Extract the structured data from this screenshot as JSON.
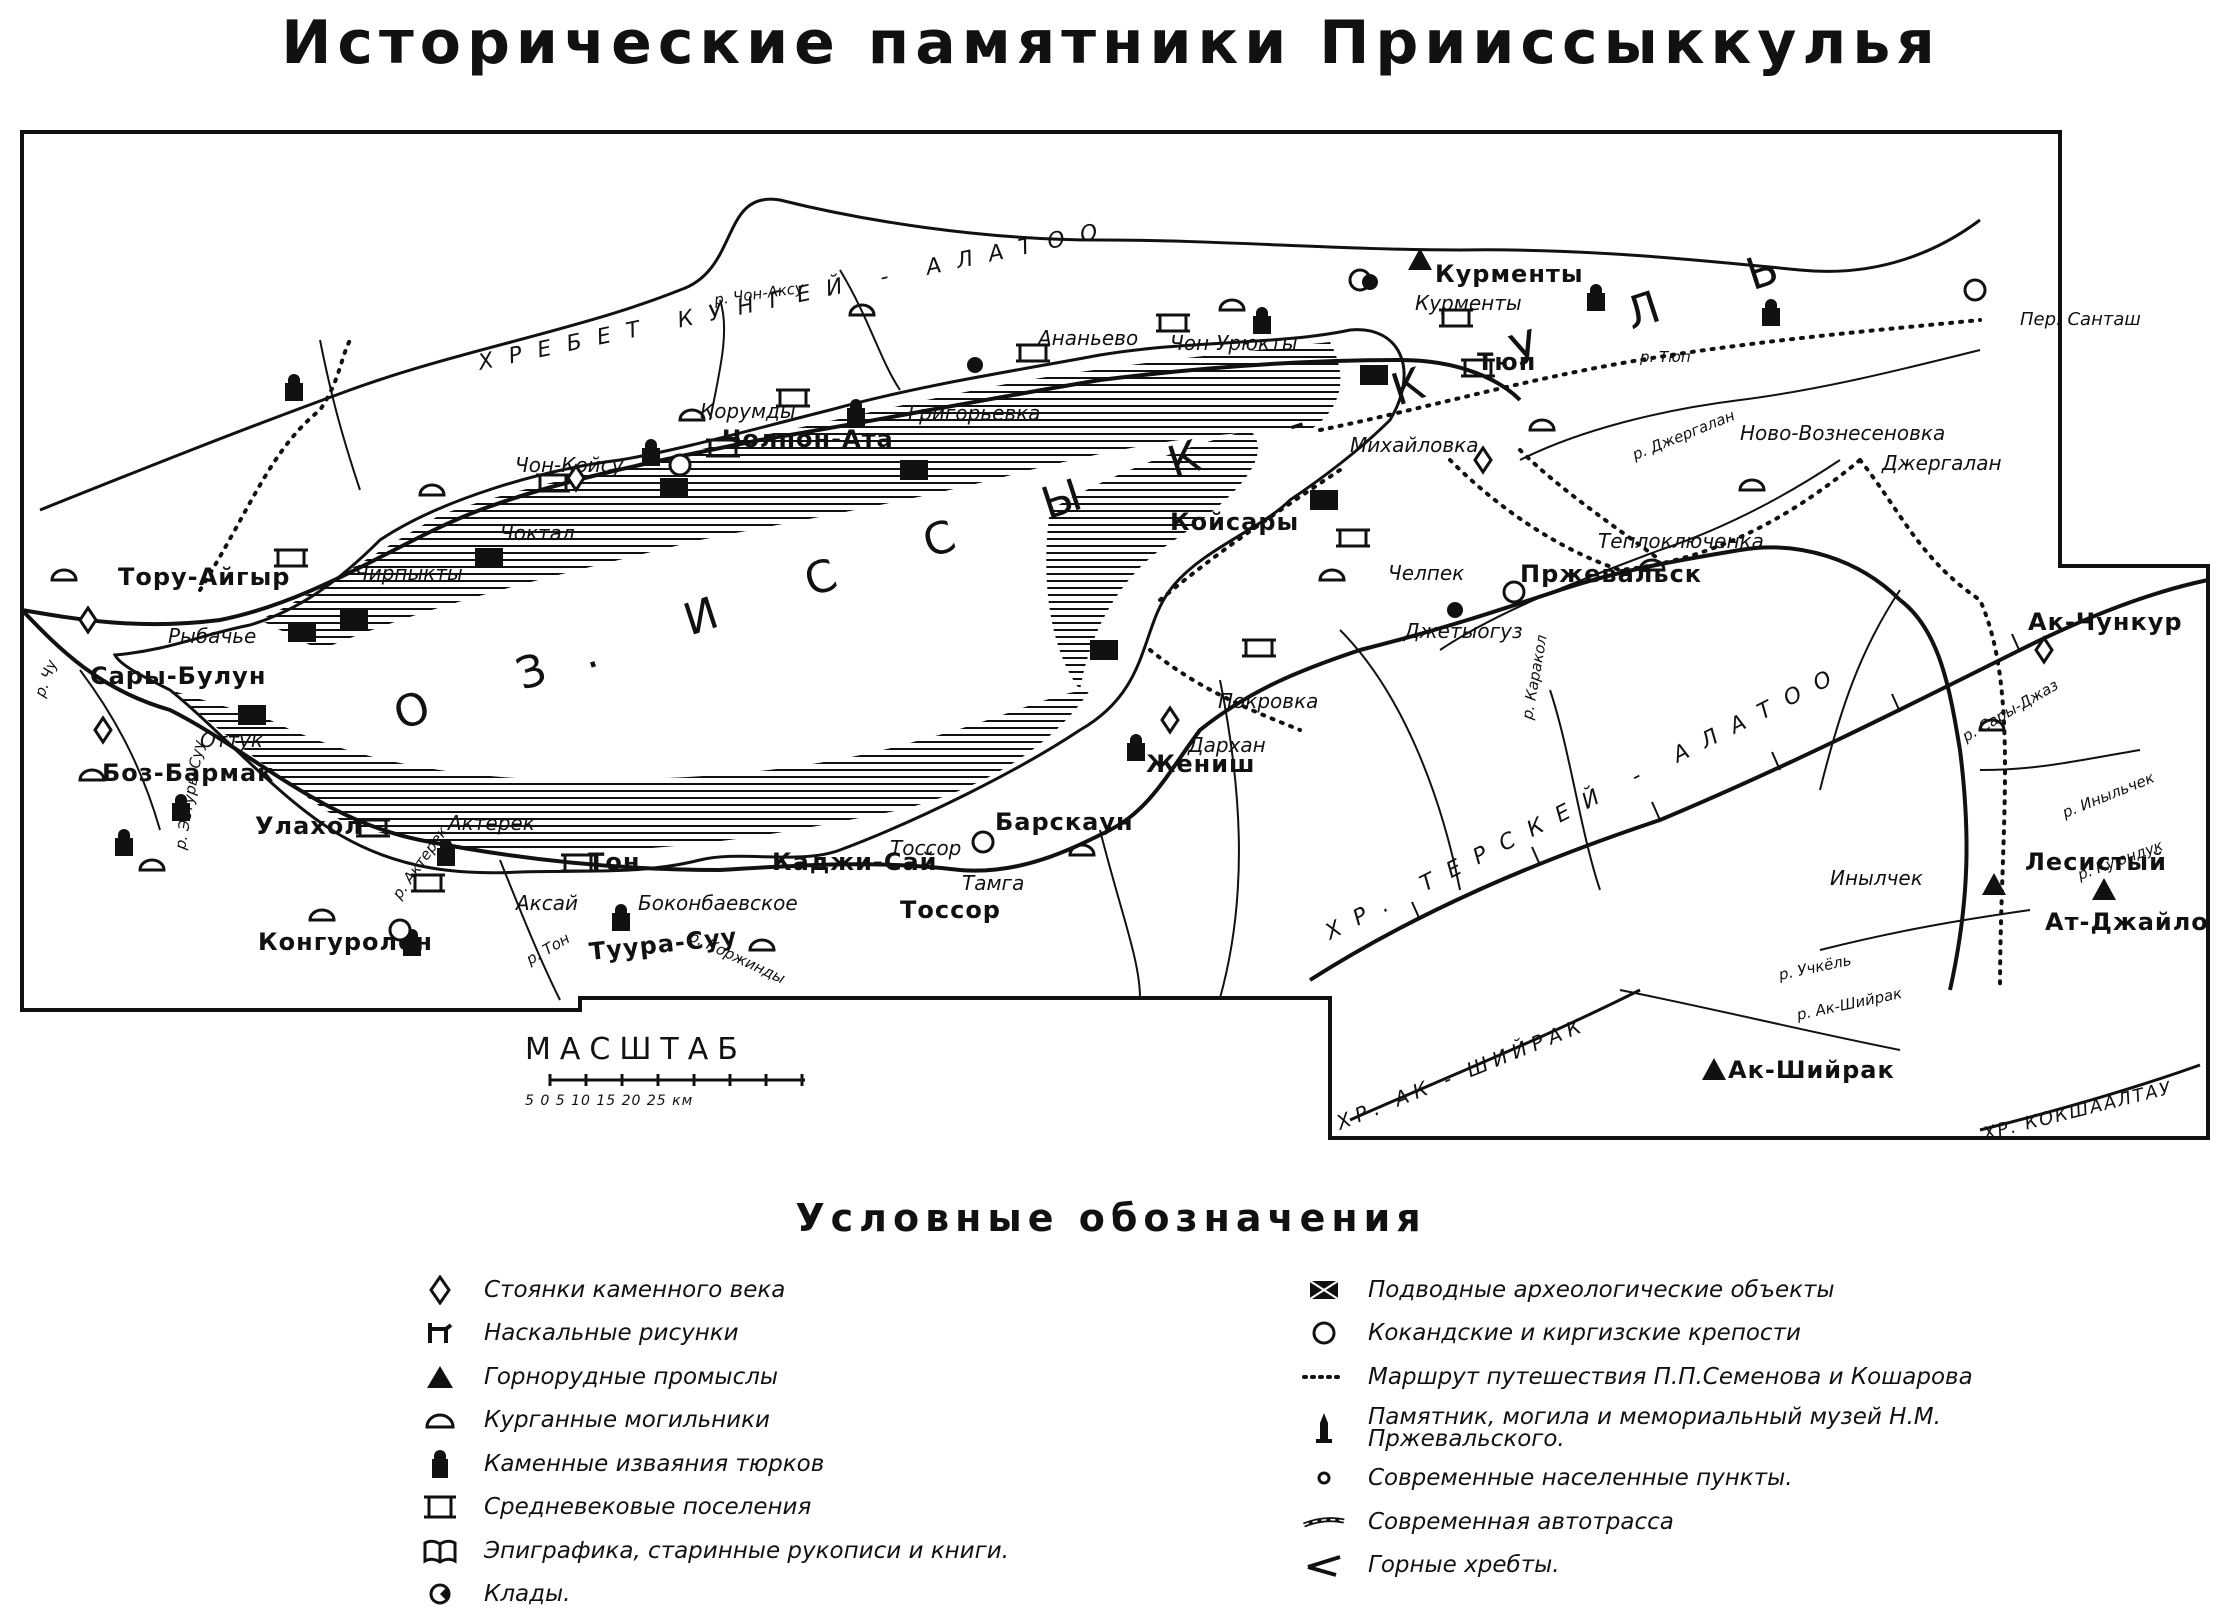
{
  "title": "Исторические памятники Приисcыккулья",
  "map": {
    "lake_name": "О З.   И С С Ы К - К У Л Ь",
    "ridges": {
      "kungey": "ХРЕБЕТ  КУНГЕЙ - АЛАТОО",
      "terskey": "ХР. ТЕРСКЕЙ - АЛАТОО",
      "ak_shiyrak": "ХР. АК - ШИЙРАК",
      "kokshaaltau": "ХР. КОКШААЛТАУ"
    },
    "major_places": [
      "Курменты",
      "Тюп",
      "Чолпон-Ата",
      "Койсары",
      "Пржевальск",
      "Тору-Айгыр",
      "Сары-Булун",
      "Боз-Бармак",
      "Улахол",
      "Конгуролён",
      "Тон",
      "Каджи-Сай",
      "Тоссор",
      "Барскаун",
      "Ак-Чункур",
      "Лесистый",
      "Ат-Джайлоо",
      "Ак-Шийрак",
      "Жениш",
      "Туура-Суу"
    ],
    "minor_places": [
      "Курменты",
      "Ананьево",
      "Чон-Урюкты",
      "Григорьевка",
      "Корумды",
      "Чон-Койсу",
      "Чоктал",
      "Чирпыкты",
      "Рыбачье",
      "Оттук",
      "Актерек",
      "Аксай",
      "Боконбаевское",
      "Тамга",
      "Тоссор",
      "Дархан",
      "Покровка",
      "Джетыогуз",
      "Челпек",
      "Теплоключенка",
      "Михайловка",
      "Ново-Вознесеновка",
      "Джергалан",
      "Инылчек"
    ],
    "rivers": [
      "р. Чон-Аксу",
      "р. Тюп",
      "р. Джергалан",
      "р. Каракол",
      "р. Сары-Джаз",
      "р. Иныльчек",
      "р. Куюндук",
      "р. Учкёль",
      "р. Ак-Шийрак",
      "р. Чу",
      "р. Тон",
      "р. Коржинды",
      "р. Актерек",
      "р. Эстуры-Суу"
    ],
    "pass": "Пер. Санташ"
  },
  "scale": {
    "title": "МАСШТАБ",
    "ticks": "5  0  5  10  15  20  25 км"
  },
  "legend": {
    "title": "Условные обозначения",
    "left": [
      {
        "icon": "diamond-icon",
        "label": "Стоянки каменного века"
      },
      {
        "icon": "rock-art-icon",
        "label": "Наскальные рисунки"
      },
      {
        "icon": "triangle-icon",
        "label": "Горнорудные промыслы"
      },
      {
        "icon": "kurgan-icon",
        "label": "Курганные могильники"
      },
      {
        "icon": "stone-statue-icon",
        "label": "Каменные изваяния тюрков"
      },
      {
        "icon": "settlement-icon",
        "label": "Средневековые поселения"
      },
      {
        "icon": "book-icon",
        "label": "Эпиграфика, старинные  рукописи и книги."
      },
      {
        "icon": "treasure-icon",
        "label": "Клады."
      }
    ],
    "right": [
      {
        "icon": "underwater-object-icon",
        "label": "Подводные археологические объекты"
      },
      {
        "icon": "circle-icon",
        "label": "Кокандские и киргизские крепости"
      },
      {
        "icon": "dotted-route-icon",
        "label": "Маршрут путешествия  П.П.Семенова  и Кошарова"
      },
      {
        "icon": "monument-icon",
        "label": "Памятник, могила и мемориальный музей  Н.М. Пржевальского."
      },
      {
        "icon": "small-circle-icon",
        "label": "Современные населенные пункты."
      },
      {
        "icon": "highway-icon",
        "label": "Современная автотрасса"
      },
      {
        "icon": "ridge-icon",
        "label": "Горные хребты."
      }
    ]
  }
}
